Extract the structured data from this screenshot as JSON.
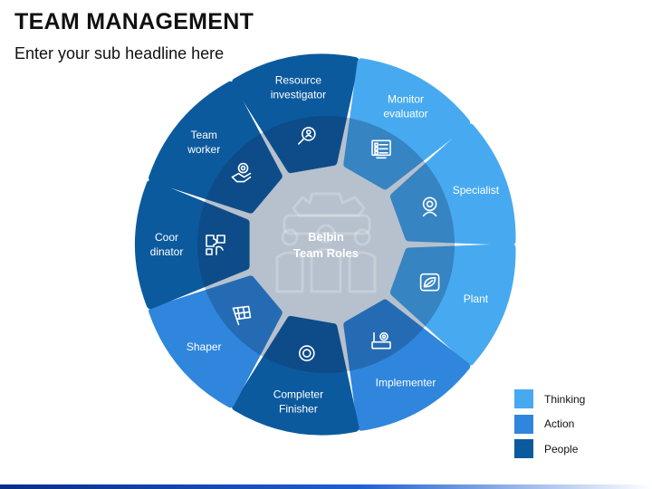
{
  "header": {
    "title": "TEAM MANAGEMENT",
    "subtitle": "Enter your sub headline here"
  },
  "center": {
    "line1": "Belbin",
    "line2": "Team Roles"
  },
  "colors": {
    "thinking": "#47aaf0",
    "action": "#2f86dc",
    "people": "#0c5a9e",
    "center_overlay": "#12305a",
    "text": "#ffffff"
  },
  "roles": [
    {
      "lines": [
        "Resource",
        "investigator"
      ],
      "group": "people",
      "icon": "search-user-icon"
    },
    {
      "lines": [
        "Monitor",
        "evaluator"
      ],
      "group": "thinking",
      "icon": "checklist-monitor-icon"
    },
    {
      "lines": [
        "Specialist"
      ],
      "group": "thinking",
      "icon": "specialist-badge-icon"
    },
    {
      "lines": [
        "Plant"
      ],
      "group": "thinking",
      "icon": "leaf-idea-icon"
    },
    {
      "lines": [
        "Implementer"
      ],
      "group": "action",
      "icon": "gear-process-icon"
    },
    {
      "lines": [
        "Completer",
        "Finisher"
      ],
      "group": "people",
      "icon": "target-icon"
    },
    {
      "lines": [
        "Shaper"
      ],
      "group": "action",
      "icon": "finish-flag-icon"
    },
    {
      "lines": [
        "Coor",
        "dinator"
      ],
      "group": "people",
      "icon": "puzzle-icon"
    },
    {
      "lines": [
        "Team",
        "worker"
      ],
      "group": "people",
      "icon": "handshake-gear-icon"
    }
  ],
  "legend": [
    {
      "label": "Thinking",
      "color": "#47aaf0"
    },
    {
      "label": "Action",
      "color": "#2f86dc"
    },
    {
      "label": "People",
      "color": "#0c5a9e"
    }
  ]
}
